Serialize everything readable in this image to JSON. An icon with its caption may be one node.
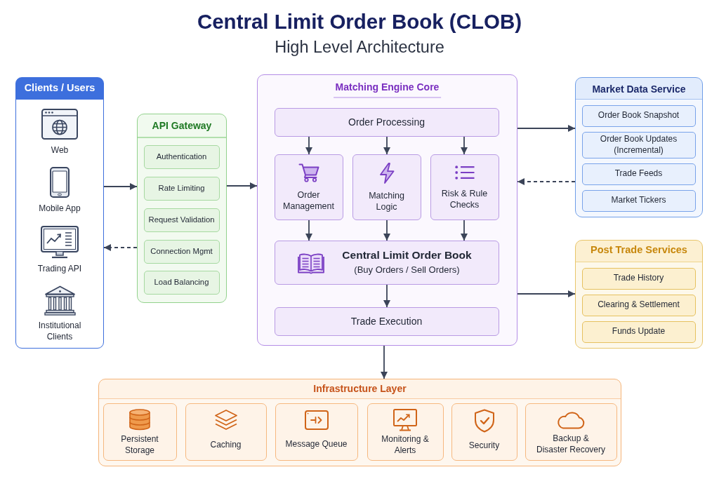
{
  "diagram": {
    "title": "Central Limit Order Book (CLOB)",
    "nodes": [
      {
        "text": [
          "Clients / Users"
        ]
      },
      {
        "text": [
          "API Gateway"
        ]
      },
      {
        "text": [
          "Authentication"
        ],
        "in": 1
      },
      {
        "text": [
          "Rate Limiting"
        ],
        "in": 1
      },
      {
        "text": [
          "Request Validation"
        ],
        "in": 1
      },
      {
        "text": [
          "Connection Mgmt"
        ],
        "in": 1
      },
      {
        "text": [
          "Load Balancing"
        ],
        "in": 1
      },
      {
        "text": [
          "Matching Engine Core"
        ]
      },
      {
        "text": [
          "Order Processing"
        ],
        "in": 7
      },
      {
        "text": [
          "Order Management"
        ],
        "in": 7
      },
      {
        "text": [
          "Matching Logic"
        ],
        "in": 7
      },
      {
        "text": [
          "Risk & Rule Checks"
        ],
        "in": 7
      },
      {
        "text": [
          "Central Limit Order Book",
          "(Buy Orders / Sell Orders)"
        ],
        "in": 7
      },
      {
        "text": [
          "Trade Execution"
        ],
        "in": 7
      },
      {
        "text": [
          "Market Data Service"
        ]
      },
      {
        "text": [
          "Order Book Snapshot"
        ],
        "in": 14
      },
      {
        "text": [
          "Order Book Updates (Incremental)"
        ],
        "in": 14
      },
      {
        "text": [
          "Trade Feeds"
        ],
        "in": 14
      },
      {
        "text": [
          "Market Tickers"
        ],
        "in": 14
      },
      {
        "text": [
          "Post Trade Services"
        ]
      },
      {
        "text": [
          "Trade History"
        ],
        "in": 19
      },
      {
        "text": [
          "Clearing & Settlement"
        ],
        "in": 19
      },
      {
        "text": [
          "Funds Update"
        ],
        "in": 19
      },
      {
        "text": [
          "Infrastructure Layer"
        ]
      },
      {
        "text": [
          "Persistent Storage"
        ],
        "in": 23
      },
      {
        "text": [
          "Caching"
        ],
        "in": 23
      },
      {
        "text": [
          "Message Queue"
        ],
        "in": 23
      },
      {
        "text": [
          "Monitoring & Alerts"
        ],
        "in": 23
      },
      {
        "text": [
          "Security"
        ],
        "in": 23
      },
      {
        "text": [
          "Backup & Disaster Recovery"
        ],
        "in": 23
      }
    ],
    "edges": [
      {
        "from": 0,
        "to": 1,
        "arrow": "to"
      },
      {
        "from": 1,
        "to": 0,
        "arrow": "to",
        "style": "dashed"
      },
      {
        "from": 1,
        "to": 7,
        "arrow": "to"
      },
      {
        "from": 8,
        "to": 9,
        "arrow": "to"
      },
      {
        "from": 8,
        "to": 10,
        "arrow": "to"
      },
      {
        "from": 8,
        "to": 11,
        "arrow": "to"
      },
      {
        "from": 9,
        "to": 12,
        "arrow": "to"
      },
      {
        "from": 10,
        "to": 12,
        "arrow": "to"
      },
      {
        "from": 11,
        "to": 12,
        "arrow": "to"
      },
      {
        "from": 12,
        "to": 13,
        "arrow": "to"
      },
      {
        "from": 7,
        "to": 14,
        "arrow": "to"
      },
      {
        "from": 14,
        "to": 7,
        "arrow": "to",
        "style": "dashed"
      },
      {
        "from": 7,
        "to": 19,
        "arrow": "to"
      },
      {
        "from": 7,
        "to": 23,
        "arrow": "to"
      }
    ],
    "labels": [
      "High Level Architecture",
      "Web",
      "Mobile App",
      "Trading API",
      "Institutional Clients"
    ]
  }
}
